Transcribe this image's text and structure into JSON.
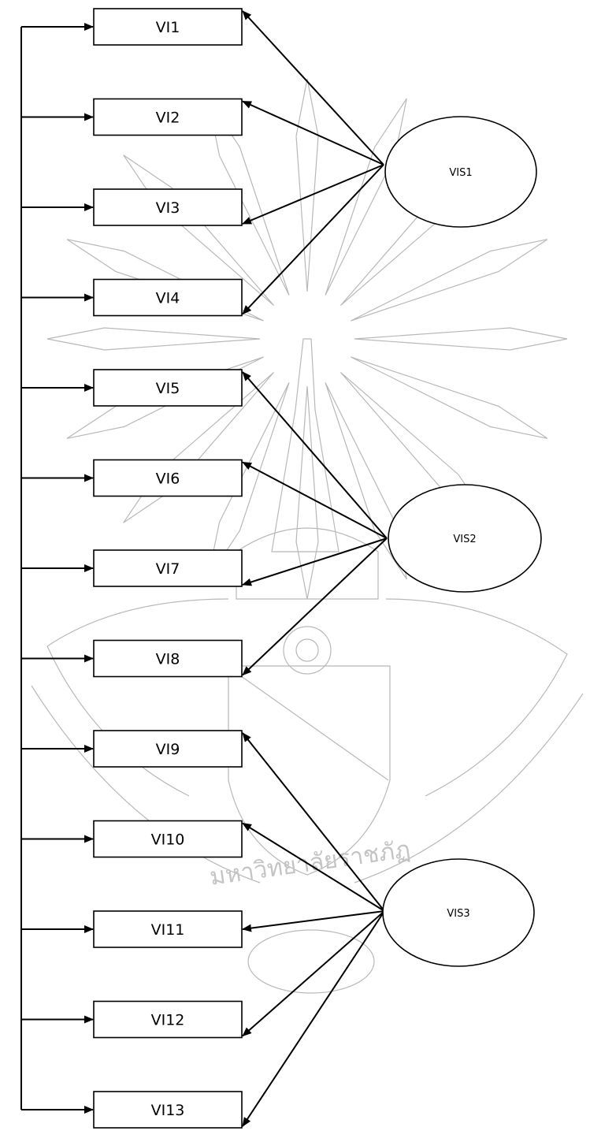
{
  "diagram": {
    "indicators": [
      "VI1",
      "VI2",
      "VI3",
      "VI4",
      "VI5",
      "VI6",
      "VI7",
      "VI8",
      "VI9",
      "VI10",
      "VI11",
      "VI12",
      "VI13"
    ],
    "factors": [
      {
        "label": "VIS1",
        "indicators": [
          0,
          1,
          2,
          3
        ]
      },
      {
        "label": "VIS2",
        "indicators": [
          4,
          5,
          6,
          7
        ]
      },
      {
        "label": "VIS3",
        "indicators": [
          8,
          9,
          10,
          11,
          12
        ]
      }
    ],
    "colors": {
      "ink": "#000000",
      "watermark": "#b8b8b8"
    }
  },
  "watermark": {
    "emblem": "university-seal",
    "text": "มหาวิทยาลัยราชภัฏ"
  }
}
